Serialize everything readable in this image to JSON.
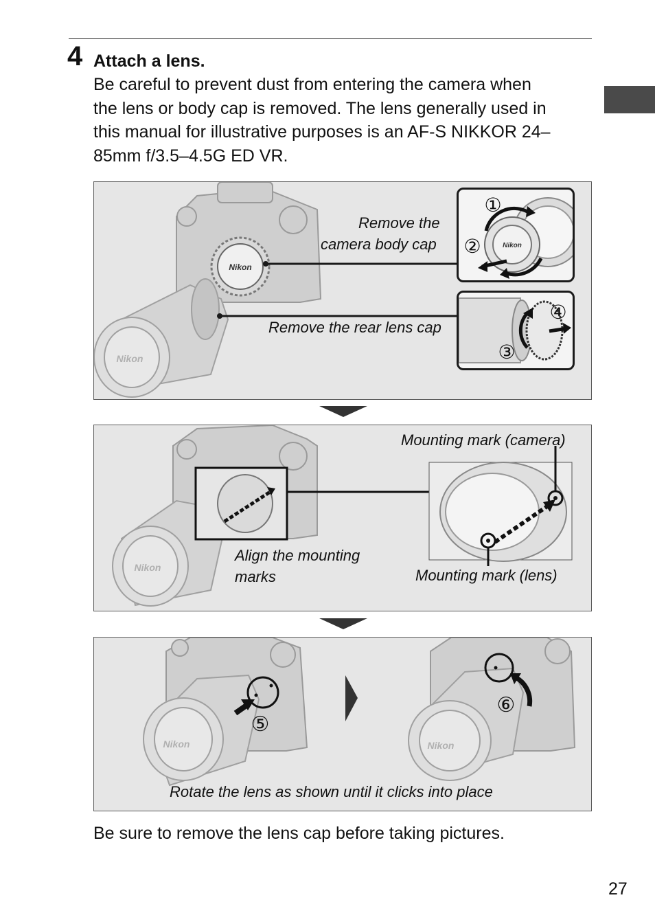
{
  "step": {
    "number": "4",
    "title": "Attach a lens.",
    "body_lines": [
      "Be careful to prevent dust from entering the camera when",
      "the lens or body cap is removed. The lens generally used in",
      "this manual for illustrative purposes is an AF-S NIKKOR 24–",
      "85mm f/3.5–4.5G ED VR."
    ]
  },
  "panel1": {
    "label_body_cap_line1": "Remove the",
    "label_body_cap_line2": "camera body cap",
    "label_rear_cap": "Remove the rear lens cap",
    "marker_1": "①",
    "marker_2": "②",
    "marker_3": "③",
    "marker_4": "④",
    "cap_brand": "Nikon"
  },
  "panel2": {
    "label_mount_camera": "Mounting mark (camera)",
    "label_align_line1": "Align the mounting",
    "label_align_line2": "marks",
    "label_mount_lens": "Mounting mark (lens)",
    "cap_brand": "Nikon"
  },
  "panel3": {
    "marker_5": "⑤",
    "marker_6": "⑥",
    "caption": "Rotate the lens as shown until it clicks into place",
    "cap_brand": "Nikon"
  },
  "footer": "Be sure to remove the lens cap before taking pictures.",
  "page_number": "27"
}
